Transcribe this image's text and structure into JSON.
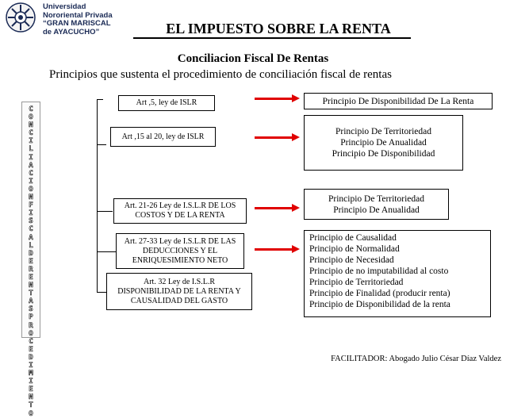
{
  "header": {
    "university": "Universidad\nNororiental Privada\n“GRAN MARISCAL\nde AYACUCHO”",
    "title": "EL IMPUESTO SOBRE LA RENTA"
  },
  "subtitle": "Conciliacion Fiscal De Rentas",
  "principles_line": "Principios que sustenta el procedimiento de conciliación fiscal de rentas",
  "vertical_word": "CONCILIACIONFISCALDERENTASPROCEDIMIENTO",
  "left_boxes": [
    {
      "text": "Art ,5, ley de ISLR"
    },
    {
      "text": "Art ,15 al 20, ley de ISLR"
    },
    {
      "text": "Art. 21-26 Ley de I.S.L.R DE LOS COSTOS Y DE LA RENTA"
    },
    {
      "text": "Art. 27-33 Ley de I.S.L.R DE LAS DEDUCCIONES Y EL ENRIQUESIMIENTO NETO"
    },
    {
      "text": "Art. 32 Ley de I.S.L.R DISPONIBILIDAD DE LA RENTA Y CAUSALIDAD DEL GASTO"
    }
  ],
  "right_boxes": [
    {
      "lines": [
        "Principio De Disponibilidad De La Renta"
      ]
    },
    {
      "lines": [
        "Principio De Territoriedad",
        "Principio De Anualidad",
        "Principio De Disponibilidad"
      ]
    },
    {
      "lines": [
        "Principio De Territoriedad",
        "Principio De Anualidad"
      ]
    },
    {
      "lines": [
        "Principio de Causalidad",
        "Principio de Normalidad",
        "Principio de Necesidad",
        "Principio de no imputabilidad al costo",
        "Principio de Territoriedad",
        "Principio de Finalidad (producir renta)",
        "Principio de Disponibilidad de la renta"
      ]
    }
  ],
  "footer": {
    "facilitator": "FACILITADOR: Abogado Julio César Díaz Valdez"
  },
  "colors": {
    "arrow": "#e00000",
    "logo_text": "#1a2a55"
  }
}
